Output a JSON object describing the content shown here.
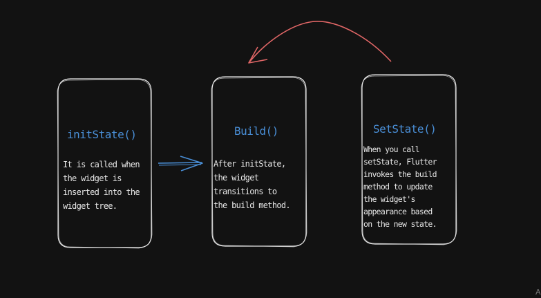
{
  "diagram": {
    "nodes": [
      {
        "id": "init",
        "title": "initState()",
        "description": "It is called when\nthe widget is\ninserted into the\n widget tree."
      },
      {
        "id": "build",
        "title": "Build()",
        "description": "After initState,\nthe widget\ntransitions to\nthe build method."
      },
      {
        "id": "setstate",
        "title": "SetState()",
        "description": "When you call\nsetState, Flutter\ninvokes the build\nmethod to update\n the widget's\nappearance based\non the new state."
      }
    ],
    "edges": [
      {
        "from": "init",
        "to": "build",
        "color": "#4a90d9"
      },
      {
        "from": "setstate",
        "to": "build",
        "color": "#e06666"
      }
    ],
    "colors": {
      "background": "#121212",
      "box_stroke": "#e8e8e8",
      "title": "#4a90d9",
      "text": "#e8e8e8"
    },
    "corner_mark": "A"
  }
}
